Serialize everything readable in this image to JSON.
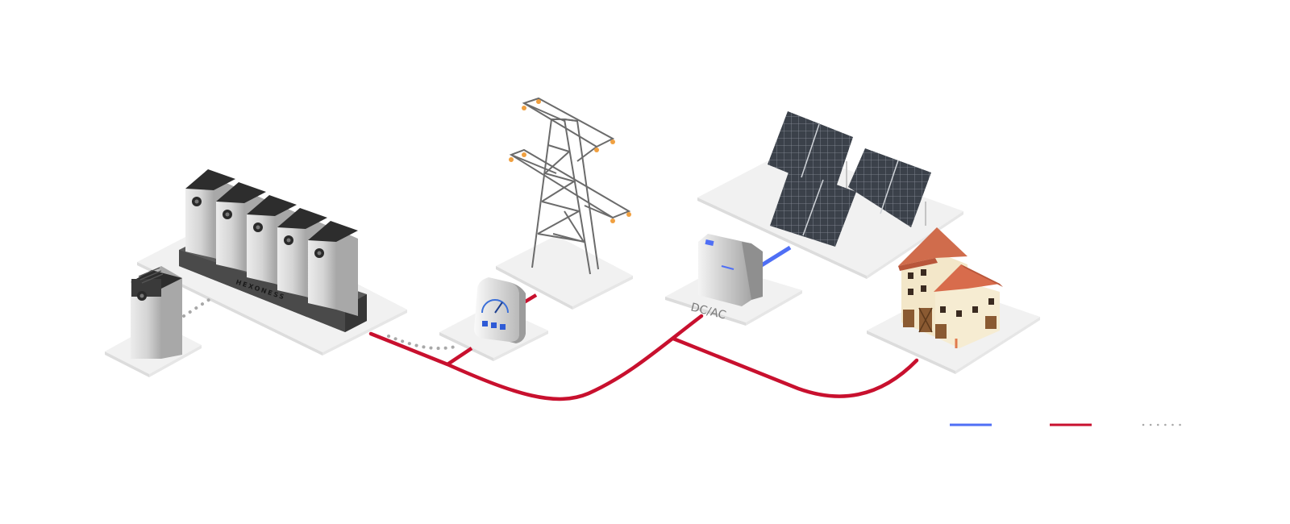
{
  "labels": {
    "inverter": "DC/AC",
    "battery_brand": "HEXONESS"
  },
  "colors": {
    "ac_line": "#c8102e",
    "dc_line": "#4f6ff5",
    "data_line": "#a8a8a8",
    "platform": "#f1f1f1",
    "platform_edge": "#dcdcdc",
    "battery_body": "#d7d7d7",
    "battery_top": "#2d2d2d",
    "tower": "#6b6b6b",
    "insulator": "#f0a040",
    "solar_panel": "#3e444c",
    "roof": "#d06c4c",
    "wall": "#f3e7c9"
  },
  "legend": [
    {
      "line": "dc",
      "color": "#4f6ff5",
      "style": "solid"
    },
    {
      "line": "ac",
      "color": "#c8102e",
      "style": "solid"
    },
    {
      "line": "data",
      "color": "#a8a8a8",
      "style": "dotted"
    }
  ],
  "components": [
    {
      "id": "battery-single",
      "icon": "battery-icon"
    },
    {
      "id": "battery-rack",
      "icon": "battery-rack-icon"
    },
    {
      "id": "energy-meter",
      "icon": "gauge-icon"
    },
    {
      "id": "transmission-tower",
      "icon": "power-tower-icon"
    },
    {
      "id": "inverter",
      "icon": "inverter-icon"
    },
    {
      "id": "solar-array",
      "icon": "solar-panel-icon"
    },
    {
      "id": "house",
      "icon": "house-icon"
    }
  ]
}
